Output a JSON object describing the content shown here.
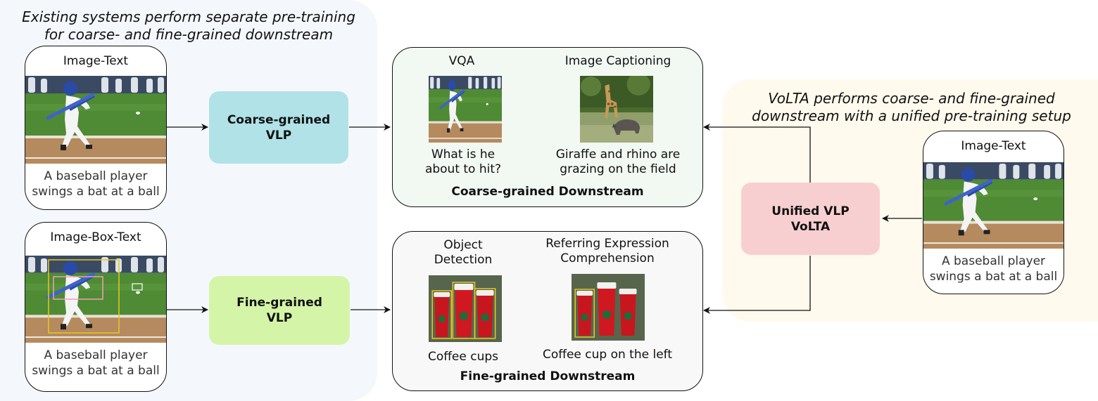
{
  "left_region": {
    "caption_line1": "Existing systems perform separate pre-training",
    "caption_line2": "for coarse- and fine-grained downstream"
  },
  "right_region": {
    "caption_line1": "VoLTA performs coarse- and fine-grained",
    "caption_line2": "downstream with a unified pre-training setup"
  },
  "cards": {
    "image_text": {
      "title": "Image-Text",
      "text_line1": "A baseball player",
      "text_line2": "swings a bat at a ball"
    },
    "image_box_text": {
      "title": "Image-Box-Text",
      "text_line1": "A baseball player",
      "text_line2": "swings a bat at a ball"
    },
    "unified_image_text": {
      "title": "Image-Text",
      "text_line1": "A baseball player",
      "text_line2": "swings a bat at a ball"
    }
  },
  "vlp": {
    "coarse_line1": "Coarse-grained",
    "coarse_line2": "VLP",
    "fine_line1": "Fine-grained",
    "fine_line2": "VLP",
    "unified_line1": "Unified VLP",
    "unified_line2": "VoLTA"
  },
  "coarse_downstream": {
    "title": "Coarse-grained Downstream",
    "vqa_label": "VQA",
    "vqa_question_line1": "What is he",
    "vqa_question_line2": "about to hit?",
    "captioning_label": "Image Captioning",
    "caption_line1": "Giraffe and rhino are",
    "caption_line2": "grazing on the field"
  },
  "fine_downstream": {
    "title": "Fine-grained Downstream",
    "od_label_line1": "Object",
    "od_label_line2": "Detection",
    "od_output": "Coffee cups",
    "rec_label_line1": "Referring Expression",
    "rec_label_line2": "Comprehension",
    "rec_output": "Coffee cup on the left"
  },
  "colors": {
    "coarse_vlp": "#b0e2e7",
    "fine_vlp": "#d4f5a8",
    "unified_vlp": "#f8cfd0",
    "coarse_downstream_bg": "#f2f8f2",
    "fine_downstream_bg": "#f8f8f8",
    "left_region_bg": "#f4f8fc",
    "right_region_bg": "#fffaed",
    "bbox_yellow": "#e6c820",
    "bbox_pink": "#f0a0b8"
  }
}
